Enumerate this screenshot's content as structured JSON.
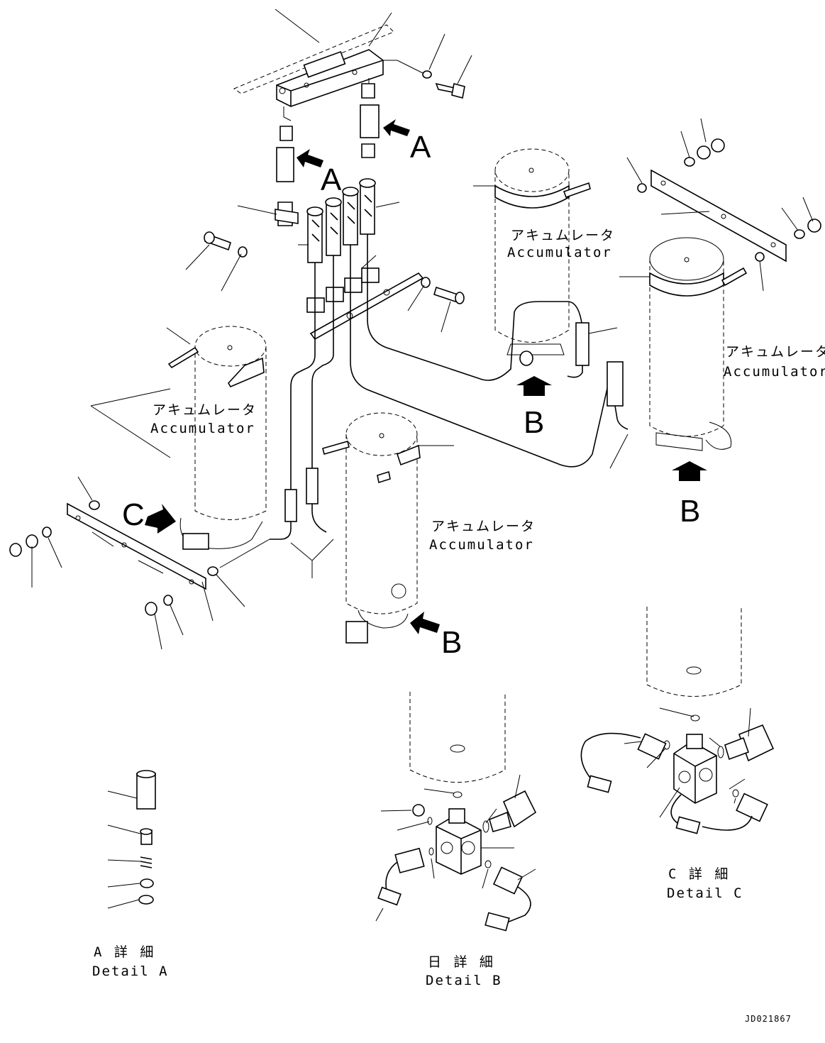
{
  "accumulator_labels": [
    {
      "jp": "アキュムレータ",
      "en": "Accumulator"
    },
    {
      "jp": "アキュムレータ",
      "en": "Accumulator"
    },
    {
      "jp": "アキュムレータ",
      "en": "Accumulator"
    },
    {
      "jp": "アキュムレータ",
      "en": "Accumulator"
    }
  ],
  "view_letters": {
    "a": "A",
    "b": "B",
    "c": "C"
  },
  "details": {
    "a": {
      "jp": "A 詳 細",
      "en": "Detail A"
    },
    "b": {
      "jp": "日 詳 細",
      "en": "Detail B"
    },
    "c": {
      "jp": "C 詳 細",
      "en": "Detail C"
    }
  },
  "drawing_number": "JD021867"
}
